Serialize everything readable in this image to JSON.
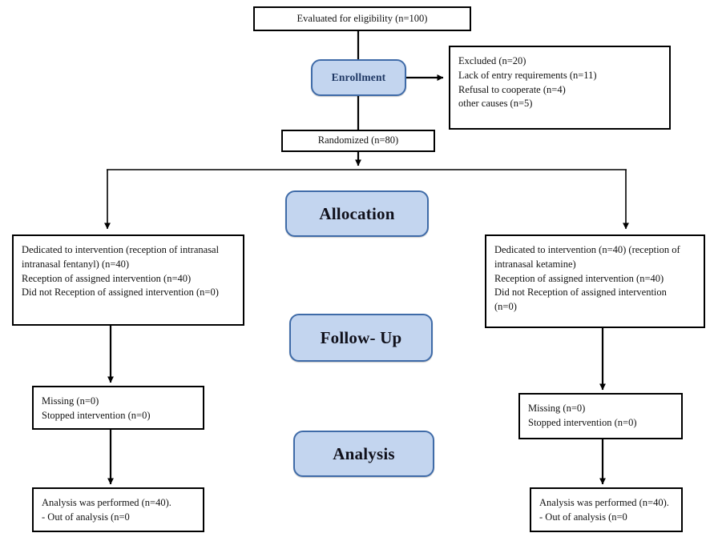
{
  "diagram": {
    "title": "CONSORT participant flow diagram",
    "colors": {
      "stage_fill": "#c3d5ef",
      "stage_border": "#3f6ba8",
      "stage_text": "#10101a",
      "enrollment_text": "#1f3864",
      "box_border": "#000000",
      "box_fill": "#ffffff",
      "connector": "#000000"
    },
    "stages": [
      {
        "id": "enrollment",
        "label": "Enrollment"
      },
      {
        "id": "allocation",
        "label": "Allocation"
      },
      {
        "id": "follow_up",
        "label": "Follow- Up"
      },
      {
        "id": "analysis",
        "label": "Analysis"
      }
    ],
    "boxes": {
      "eligibility": {
        "text": "Evaluated for eligibility (n=100)"
      },
      "excluded": {
        "text": "Excluded (n=20)\nLack of entry requirements (n=11)\n  Refusal to cooperate (n=4)\nother causes (n=5)"
      },
      "randomized": {
        "text": "Randomized (n=80)"
      },
      "allocation_left": {
        "text": "Dedicated to intervention (reception of intranasal\nintranasal fentanyl) (n=40)\n   Reception of assigned intervention (n=40)\nDid not Reception of assigned intervention (n=0)"
      },
      "allocation_right": {
        "text": "Dedicated to intervention (n=40) (reception of\nintranasal ketamine)\n   Reception of assigned intervention (n=40)\nDid not Reception of assigned intervention\n(n=0)"
      },
      "followup_left": {
        "text": "Missing (n=0)\nStopped intervention (n=0)"
      },
      "followup_right": {
        "text": "Missing (n=0)\nStopped intervention (n=0)"
      },
      "analysis_left": {
        "text": "Analysis was performed (n=40).\n- Out of analysis (n=0"
      },
      "analysis_right": {
        "text": "Analysis was performed (n=40).\n- Out of analysis (n=0"
      }
    }
  }
}
